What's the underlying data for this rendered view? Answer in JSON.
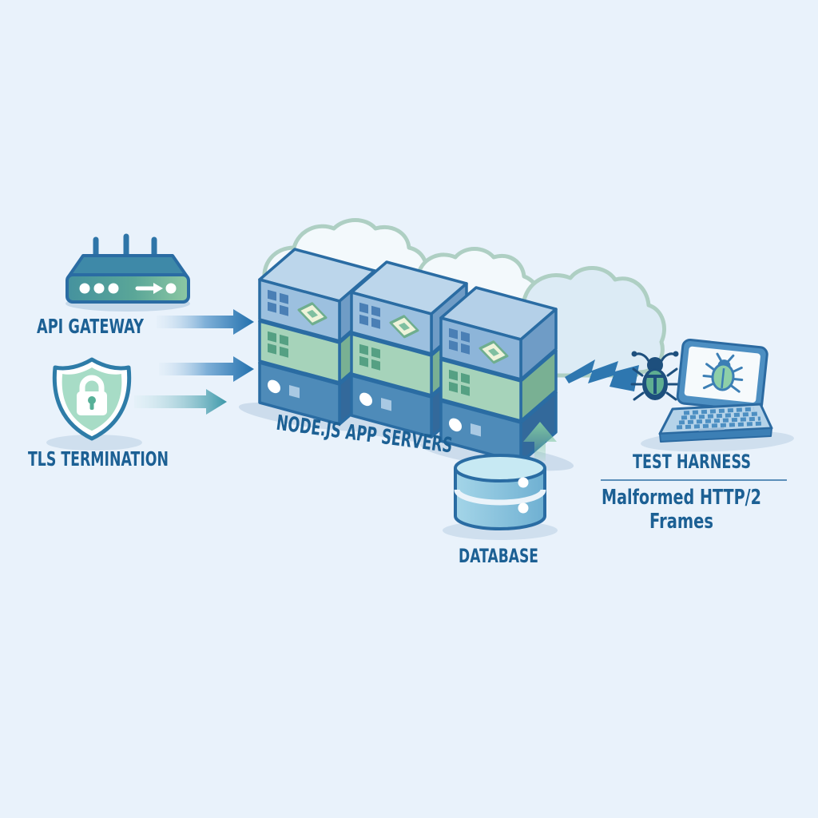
{
  "diagram_title": "",
  "palette": {
    "background": "#e9f2fb",
    "outline": "#2a6ca3",
    "label": "#1c6094",
    "arrow_blue": "#2270ad",
    "arrow_teal": "#3d98a9",
    "arrow_green": "#7fc6a1",
    "bolt_blue": "#2e77b0",
    "server_top_blue": "#9cc0df",
    "server_green": "#a6d3ba",
    "server_base_blue": "#4e8bb9",
    "cloud_outline": "#aecfc3",
    "shield_green": "#a7dcc6",
    "router_teal": "#45929e",
    "database_blue": "#8fc6de",
    "bug_navy": "#1d4f7d",
    "bug_shell_teal": "#5fae91"
  },
  "nodes": {
    "api_gateway": {
      "label": "API GATEWAY",
      "icon": "router-icon"
    },
    "tls_termination": {
      "label": "TLS TERMINATION",
      "icon": "shield-lock-icon"
    },
    "app_servers": {
      "label": "NODE.JS APP SERVERS",
      "icon": "server-stack-icon",
      "stack_count": 3,
      "units_per_stack": 3
    },
    "database": {
      "label": "DATABASE",
      "icon": "database-icon"
    },
    "test_harness": {
      "label": "TEST HARNESS",
      "icon": "laptop-bug-icon"
    },
    "attack_annotation": {
      "line1": "Malformed HTTP/2",
      "line2": "Frames"
    }
  },
  "edges": [
    {
      "from": "api_gateway",
      "to": "app_servers",
      "type": "arrow-right",
      "color": "#2270ad"
    },
    {
      "from": "tls_termination",
      "to": "app_servers",
      "type": "arrow-right",
      "color": "#2270ad"
    },
    {
      "from": "tls_termination",
      "to": "app_servers",
      "type": "arrow-right",
      "color": "#3d98a9"
    },
    {
      "from": "database",
      "to": "app_servers",
      "type": "arrow-up",
      "color": "#7fc6a1"
    },
    {
      "from": "test_harness",
      "to": "app_servers",
      "type": "lightning-bolt",
      "color": "#2e77b0"
    }
  ],
  "icons": [
    "router-icon",
    "shield-lock-icon",
    "server-stack-icon",
    "cloud-icon",
    "database-icon",
    "laptop-icon",
    "bug-icon",
    "lightning-icon",
    "arrow-right-icon",
    "arrow-up-icon"
  ]
}
